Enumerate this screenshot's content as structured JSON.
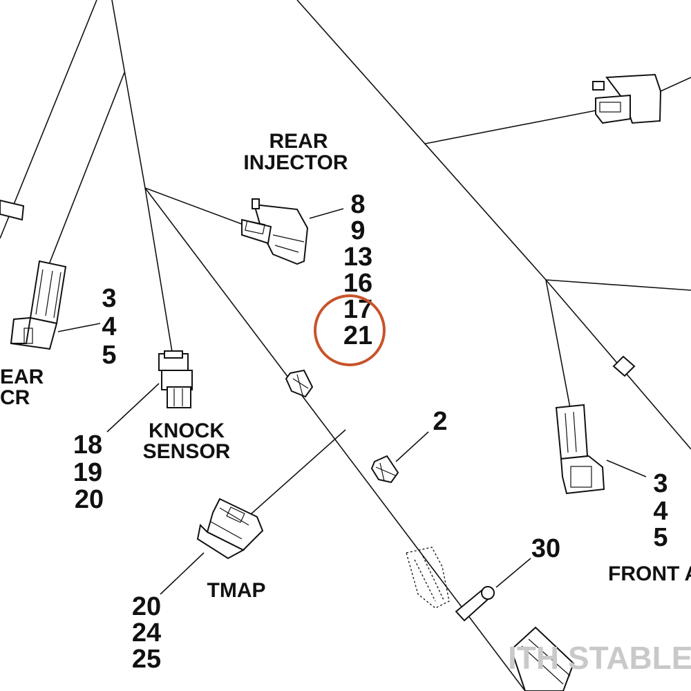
{
  "labels": {
    "rear_injector_line1": "REAR",
    "rear_injector_line2": "INJECTOR",
    "knock_sensor_line1": "KNOCK",
    "knock_sensor_line2": "SENSOR",
    "tmap": "TMAP",
    "rear_cr_line1": "EAR",
    "rear_cr_line2": "CR",
    "front_ac": "FRONT AC"
  },
  "callouts": {
    "rear_injector": [
      "8",
      "9",
      "13",
      "16",
      "17",
      "21"
    ],
    "left_connector": [
      "3",
      "4",
      "5"
    ],
    "knock_sensor": [
      "18",
      "19",
      "20"
    ],
    "clip": "2",
    "bolt": "30",
    "tmap": [
      "20",
      "24",
      "25"
    ],
    "front_connector": [
      "3",
      "4",
      "5"
    ]
  },
  "highlight": {
    "target": "21",
    "color": "#c8532a"
  },
  "watermark": "ITH STABLE"
}
